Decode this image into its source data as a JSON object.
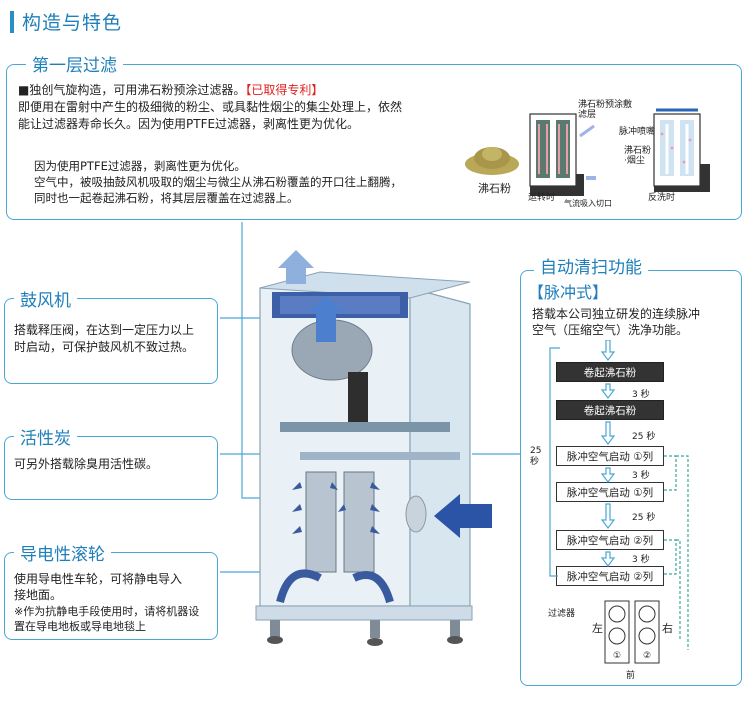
{
  "page": {
    "title": "构造与特色"
  },
  "filter_section": {
    "title": "第一层过滤",
    "bullet": "■",
    "headline": "独创气旋构造，可用沸石粉预涂过滤器。",
    "patent_badge": "【已取得专利】",
    "line2": "即便用在雷射中产生的极细微的粉尘、或具黏性烟尘的集尘处理上，依然",
    "line3": "能让过滤器寿命长久。因为使用PTFE过滤器，剥离性更为优化。",
    "para2_line1": "因为使用PTFE过滤器，剥离性更为优化。",
    "para2_line2": "空气中，被吸抽鼓风机吸取的烟尘与微尘从沸石粉覆盖的开口往上翻腾，",
    "para2_line3": "同时也一起卷起沸石粉，将其层层覆盖在过滤器上。",
    "powder_label": "沸石粉",
    "diagram": {
      "left_label_top": "沸石粉预涂敷",
      "left_label_top2": "滤层",
      "left_caption": "运转时",
      "inlet_label": "气流吸入切口",
      "pulse_label": "脉冲喷嘴",
      "dust_label": "沸石粉",
      "dust_label2": "·烟尘",
      "right_caption": "反洗时"
    }
  },
  "blower_section": {
    "title": "鼓风机",
    "line1": "搭载释压阀，在达到一定压力以上",
    "line2": "时启动，可保护鼓风机不致过热。"
  },
  "carbon_section": {
    "title": "活性炭",
    "line1": "可另外搭载除臭用活性碳。"
  },
  "roller_section": {
    "title": "导电性滚轮",
    "line1": "使用导电性车轮，可将静电导入",
    "line2": "接地面。",
    "note1": "※作为抗静电手段使用时，请将机器设",
    "note2": "置在导电地板或导电地毯上"
  },
  "clean_section": {
    "title": "自动清扫功能",
    "subtitle": "【脉冲式】",
    "line1": "搭载本公司独立研发的连续脉冲",
    "line2": "空气（压缩空气）洗净功能。",
    "steps": [
      "卷起沸石粉",
      "卷起沸石粉",
      "脉冲空气启动 ①列",
      "脉冲空气启动 ①列",
      "脉冲空气启动 ②列",
      "脉冲空气启动 ②列"
    ],
    "gaps": [
      "3 秒",
      "25 秒",
      "3 秒",
      "25 秒",
      "3 秒"
    ],
    "loop_label": "25",
    "loop_label2": "秒",
    "filter_label": "过滤器",
    "left_label": "左",
    "right_label": "右",
    "col1": "①",
    "col2": "②",
    "front_label": "前"
  },
  "colors": {
    "accent": "#1f7fba",
    "border": "#4aa8d6",
    "patent": "#e0201f",
    "machine": "#aec6d8"
  }
}
